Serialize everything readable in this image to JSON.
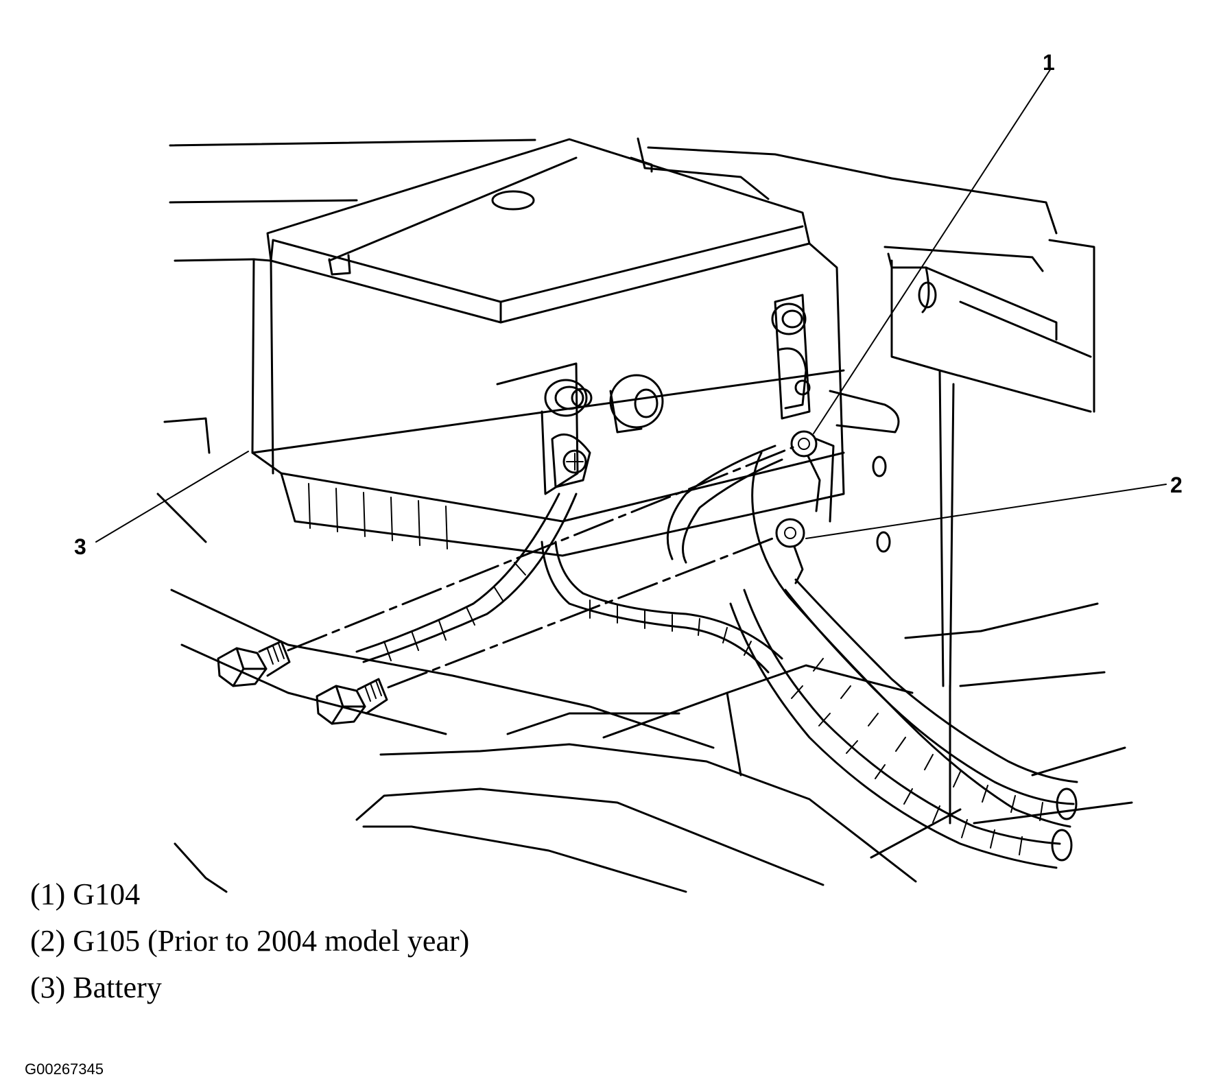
{
  "callouts": [
    {
      "number": "1",
      "target": "G104"
    },
    {
      "number": "2",
      "target": "G105"
    },
    {
      "number": "3",
      "target": "Battery"
    }
  ],
  "legend": [
    "(1) G104",
    "(2) G105 (Prior to 2004 model year)",
    "(3) Battery"
  ],
  "figure_id": "G00267345",
  "colors": {
    "ink": "#000000",
    "background": "#ffffff"
  }
}
